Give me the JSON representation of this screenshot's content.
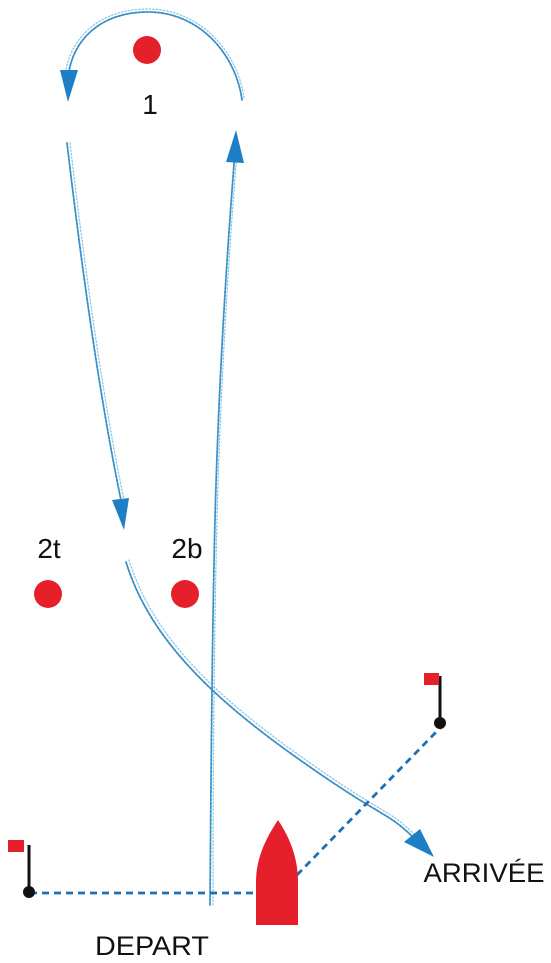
{
  "marks": [
    {
      "id": "1",
      "label": "1"
    },
    {
      "id": "2t",
      "label": "2t"
    },
    {
      "id": "2b",
      "label": "2b"
    }
  ],
  "labels": {
    "start": "DEPART",
    "finish": "ARRIVÉE"
  },
  "colors": {
    "buoy": "#e5202b",
    "route": "#3a8fc7",
    "arrow": "#1f7fc6",
    "line": "#1f6fb5",
    "pole": "#111111"
  },
  "icons": {
    "buoy": "buoy-icon",
    "flag": "flag-icon",
    "boat": "committee-boat-icon",
    "arrow": "route-arrow-icon"
  }
}
